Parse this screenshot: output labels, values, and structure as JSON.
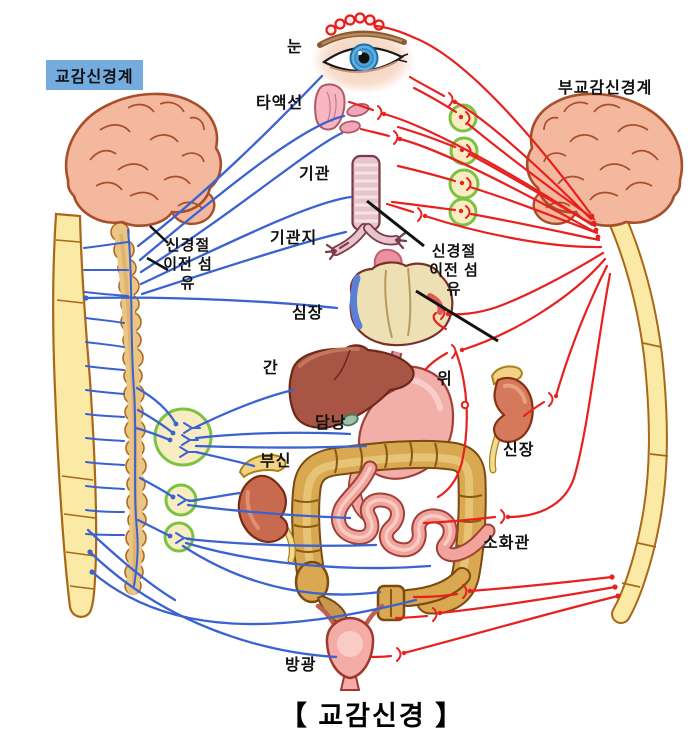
{
  "diagram": {
    "title": "【 교감신경 】",
    "left_system_label": "교감신경계",
    "right_system_label": "부교감신경계",
    "left_fiber_label": "신경절 이전 섬유",
    "right_fiber_label": "신경절 이전 섬유",
    "organs": {
      "eye": "눈",
      "salivary_gland": "타액선",
      "trachea": "기관",
      "bronchus": "기관지",
      "heart": "심장",
      "liver": "간",
      "gallbladder": "담낭",
      "stomach": "위",
      "adrenal_gland": "부신",
      "kidney": "신장",
      "digestive_tract": "소화관",
      "bladder": "방광"
    },
    "colors": {
      "sympathetic_nerve_blue": "#3A62D0",
      "parasympathetic_nerve_red": "#E8201E",
      "label_highlight_blue": "#74ACE0",
      "ganglion_ring_green": "#7DC242",
      "ganglion_fill_yellow": "#F7ECC2",
      "cord_yellow": "#FBE9A6",
      "brain_peach": "#F4B89E"
    }
  }
}
